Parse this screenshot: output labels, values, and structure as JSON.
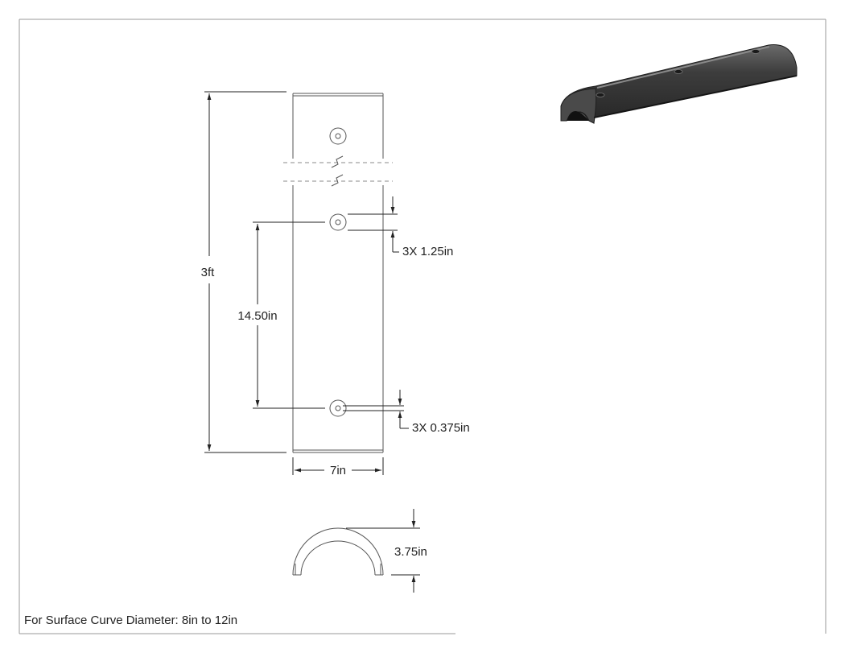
{
  "dimensions": {
    "overall_length": "3ft",
    "hole_spacing": "14.50in",
    "counterbore": "3X 1.25in",
    "hole_diameter": "3X 0.375in",
    "width": "7in",
    "height": "3.75in"
  },
  "note": "For Surface Curve Diameter: 8in to 12in",
  "colors": {
    "line": "#222222",
    "part_edge": "#555555",
    "render_dark": "#2e2e2e",
    "render_light": "#6a6a6a"
  }
}
